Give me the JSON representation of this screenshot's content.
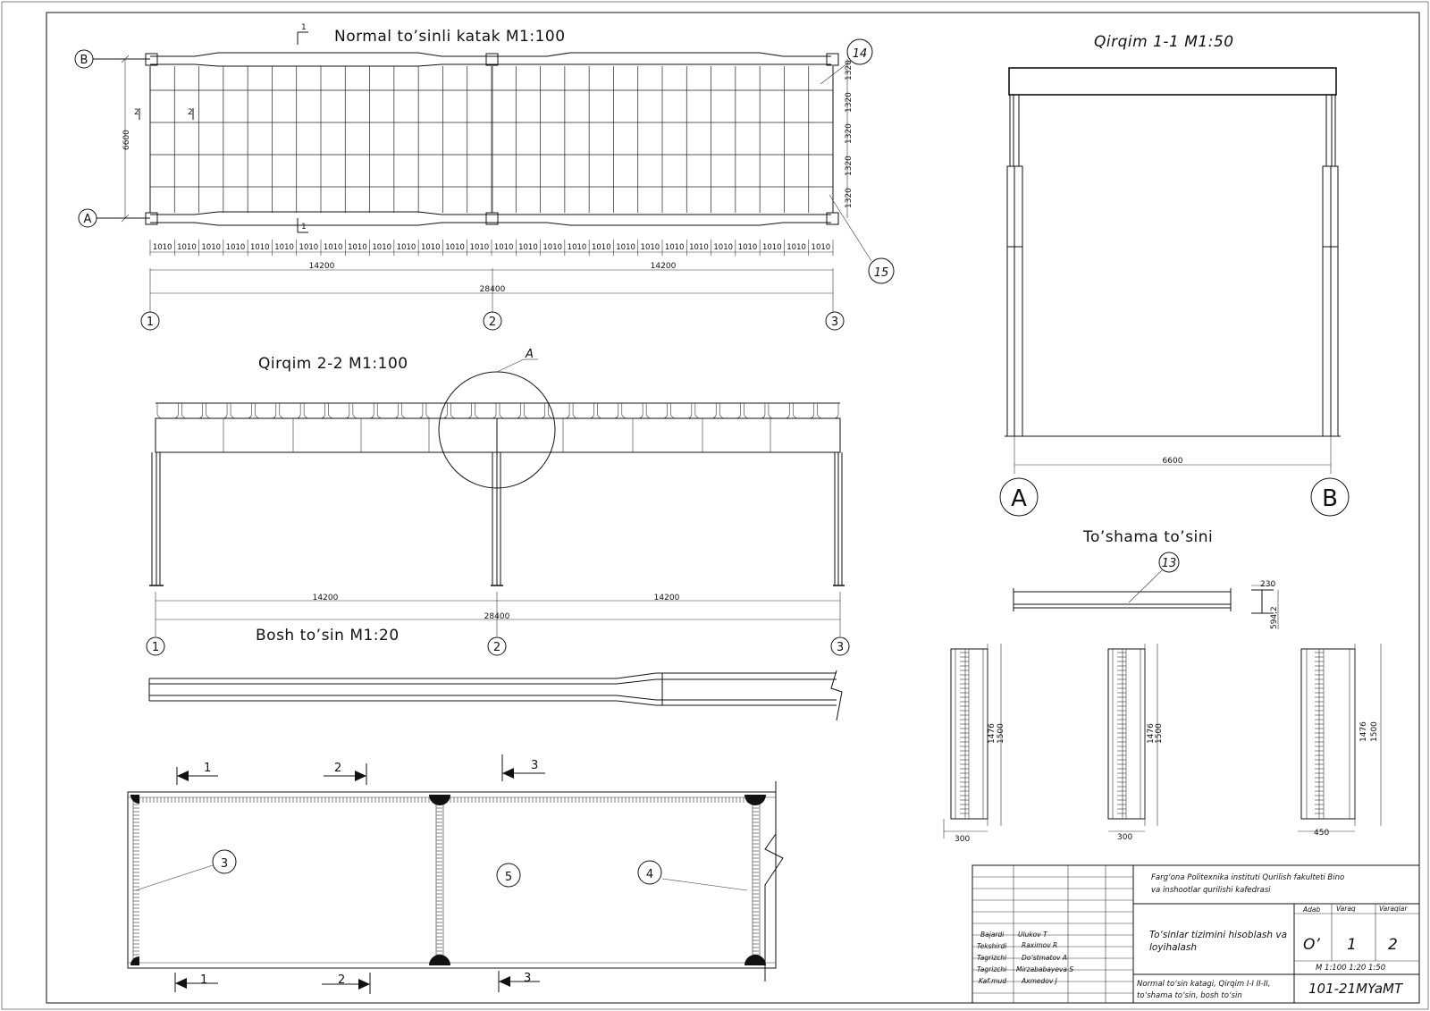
{
  "plan": {
    "title": "Normal to’sinli katak M1:100",
    "axis_letters": [
      "B",
      "A"
    ],
    "axis_numbers": [
      "1",
      "2",
      "3"
    ],
    "height_dim": "6600",
    "row_dims": [
      "1320",
      "1320",
      "1320",
      "1320",
      "1320"
    ],
    "bay_dim": "1010",
    "bay_count": 28,
    "half_span": "14200",
    "total_span": "28400",
    "section_mark_1": "1",
    "section_mark_2": "2",
    "callout_14": "14",
    "callout_15": "15"
  },
  "section11": {
    "title": "Qirqim 1-1 M1:50",
    "span": "6600",
    "axis_left": "A",
    "axis_right": "B"
  },
  "section22": {
    "title": "Qirqim 2-2 M1:100",
    "detail_mark": "A",
    "half_span": "14200",
    "total_span": "28400",
    "axis_numbers": [
      "1",
      "2",
      "3"
    ]
  },
  "main_beam": {
    "title": "Bosh to’sin M1:20"
  },
  "deck_beam": {
    "title": "To’shama to’sini",
    "callout": "13",
    "width": "230",
    "height": "594,2"
  },
  "girder_sections": [
    {
      "inner": "1476",
      "outer": "1500",
      "width": "300"
    },
    {
      "inner": "1476",
      "outer": "1500",
      "width": "300"
    },
    {
      "inner": "1476",
      "outer": "1500",
      "width": "450"
    }
  ],
  "girder_plan": {
    "cut_marks": [
      "1",
      "2",
      "3"
    ],
    "callouts": [
      "3",
      "5",
      "4"
    ]
  },
  "title_block": {
    "institute_line1": "Farg‘ona Politexnika instituti Qurilish fakulteti Bino",
    "institute_line2": "va inshootlar qurilishi kafedrasi",
    "project_line1": "To‘sinlar tizimini hisoblash va",
    "project_line2": "loyihalash",
    "stage_label": "Adab",
    "sheet_label": "Varaq",
    "sheets_label": "Varaqlar",
    "stage_value": "O’",
    "sheet_value": "1",
    "sheets_value": "2",
    "scales": "M 1:100 1:20 1:50",
    "drawing_line1": "Normal to‘sin katagi, Qirqim I-I II-II,",
    "drawing_line2": "to‘shama to‘sin, bosh to‘sin",
    "code": "101-21MYaMT",
    "roles": [
      {
        "role": "Bajardi",
        "name": "Ulukov T"
      },
      {
        "role": "Tekshirdi",
        "name": "Raximov R"
      },
      {
        "role": "Tagrizchi",
        "name": "Do‘stmatov A"
      },
      {
        "role": "Tagrizchi",
        "name": "Mirzababayeva S"
      },
      {
        "role": "Kaf.mud",
        "name": "Axmedov J"
      }
    ]
  }
}
